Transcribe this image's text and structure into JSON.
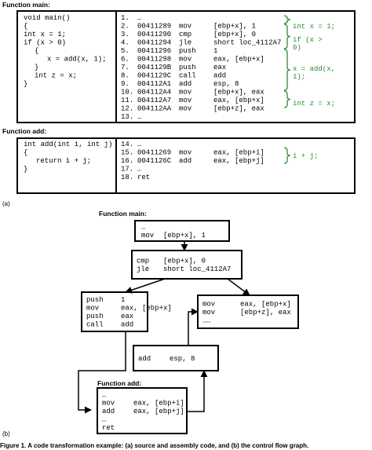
{
  "part_a": {
    "label": "(a)",
    "main": {
      "heading": "Function main:",
      "source_lines": [
        "void main()",
        "{",
        "int x = 1;",
        "if (x > 0)",
        "{",
        "x = add(x, 1);",
        "}",
        "int z = x;",
        "}"
      ],
      "asm_rows": [
        {
          "no": "1.",
          "addr": "…",
          "op": "",
          "arg": ""
        },
        {
          "no": "2.",
          "addr": "00411289",
          "op": "mov",
          "arg": "[ebp+x], 1"
        },
        {
          "no": "3.",
          "addr": "00411290",
          "op": "cmp",
          "arg": "[ebp+x], 0"
        },
        {
          "no": "4.",
          "addr": "00411294",
          "op": "jle",
          "arg": "short loc_4112A7"
        },
        {
          "no": "5.",
          "addr": "00411296",
          "op": "push",
          "arg": "1"
        },
        {
          "no": "6.",
          "addr": "00411298",
          "op": "mov",
          "arg": "eax, [ebp+x]"
        },
        {
          "no": "7.",
          "addr": "0041129B",
          "op": "push",
          "arg": "eax"
        },
        {
          "no": "8.",
          "addr": "0041129C",
          "op": "call",
          "arg": "add"
        },
        {
          "no": "9.",
          "addr": "004112A1",
          "op": "add",
          "arg": "esp, 8"
        },
        {
          "no": "10.",
          "addr": "004112A4",
          "op": "mov",
          "arg": "[ebp+x], eax"
        },
        {
          "no": "11.",
          "addr": "004112A7",
          "op": "mov",
          "arg": "eax, [ebp+x]"
        },
        {
          "no": "12.",
          "addr": "004112AA",
          "op": "mov",
          "arg": "[ebp+z], eax"
        },
        {
          "no": "13.",
          "addr": "…",
          "op": "",
          "arg": ""
        }
      ],
      "annotations": [
        {
          "lines": [
            "int x = 1;"
          ]
        },
        {
          "lines": [
            "if (x >",
            "0)"
          ]
        },
        {
          "lines": [
            "x = add(x,",
            "1);"
          ]
        },
        {
          "lines": [
            "int z = x;"
          ]
        }
      ]
    },
    "add": {
      "heading": "Function add:",
      "source_lines": [
        "int add(int i, int j)",
        "{",
        "return i + j;",
        "}"
      ],
      "asm_rows": [
        {
          "no": "14.",
          "addr": "…",
          "op": "",
          "arg": ""
        },
        {
          "no": "15.",
          "addr": "00411269",
          "op": "mov",
          "arg": "eax, [ebp+i]"
        },
        {
          "no": "16.",
          "addr": "0041126C",
          "op": "add",
          "arg": "eax, [ebp+j]"
        },
        {
          "no": "17.",
          "addr": "…",
          "op": "",
          "arg": ""
        },
        {
          "no": "18.",
          "addr": "ret",
          "op": "",
          "arg": ""
        }
      ],
      "annotation": "i + j;"
    }
  },
  "part_b": {
    "label": "(b)",
    "heading_main": "Function main:",
    "heading_add": "Function add:",
    "blocks": {
      "entry": [
        {
          "op": "…",
          "arg": ""
        },
        {
          "op": "mov",
          "arg": "[ebp+x], 1"
        }
      ],
      "cmp": [
        {
          "op": "cmp",
          "arg": "[ebp+x], 0"
        },
        {
          "op": "jle",
          "arg": "short loc_4112A7"
        }
      ],
      "call": [
        {
          "op": "push",
          "arg": "1"
        },
        {
          "op": "mov",
          "arg": "eax, [ebp+x]"
        },
        {
          "op": "push",
          "arg": "eax"
        },
        {
          "op": "call",
          "arg": "add"
        }
      ],
      "join": [
        {
          "op": "mov",
          "arg": "eax, [ebp+x]"
        },
        {
          "op": "mov",
          "arg": "[ebp+z], eax"
        },
        {
          "op": "……",
          "arg": ""
        }
      ],
      "after_call": [
        {
          "op": "add",
          "arg": "esp, 8"
        }
      ],
      "add_fn": [
        {
          "op": "…",
          "arg": ""
        },
        {
          "op": "mov",
          "arg": "eax, [ebp+i]"
        },
        {
          "op": "add",
          "arg": "eax, [ebp+j]"
        },
        {
          "op": "…",
          "arg": ""
        },
        {
          "op": "ret",
          "arg": ""
        }
      ]
    }
  },
  "caption": "Figure 1. A code transformation example: (a) source and assembly code, and (b) the control flow graph.",
  "colors": {
    "annotation": "#2e8b2e",
    "stroke": "#000000"
  }
}
